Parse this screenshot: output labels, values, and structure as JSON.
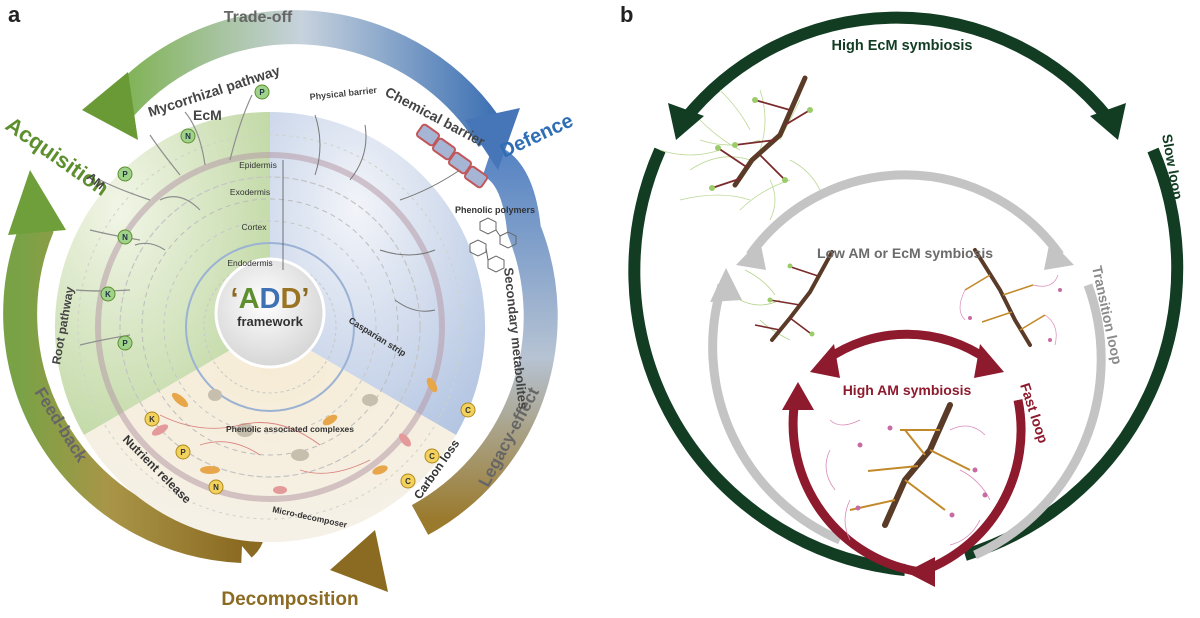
{
  "panel_a": {
    "label": "a",
    "outer": {
      "acquisition": "Acquisition",
      "trade_off": "Trade-off",
      "defence": "Defence",
      "legacy_effect": "Legacy-effect",
      "decomposition": "Decomposition",
      "feed_back": "Feed-back"
    },
    "sectors": {
      "mycorrhizal_pathway": "Mycorrhizal pathway",
      "ecm": "EcM",
      "am": "AM",
      "root_pathway": "Root pathway",
      "chemical_barrier": "Chemical barrier",
      "physical_barrier": "Physical barrier",
      "phenolic_polymers": "Phenolic polymers",
      "secondary_metabolites": "Secondary metabolites",
      "casparian_strip": "Casparian strip",
      "nutrient_release": "Nutrient release",
      "carbon_loss": "Carbon loss",
      "phenolic_complexes": "Phenolic associated complexes",
      "micro_decomposer": "Micro-decomposer"
    },
    "root_layers": [
      "Epidermis",
      "Exodermis",
      "Cortex",
      "Endodermis"
    ],
    "center": {
      "quote_open": "‘",
      "a": "A",
      "d1": "D",
      "d2": "D",
      "quote_close": "’",
      "subtitle": "framework"
    },
    "nutrient_badges": [
      "N",
      "P",
      "P",
      "N",
      "K",
      "P",
      "K",
      "P",
      "N",
      "C",
      "C",
      "C"
    ]
  },
  "panel_b": {
    "label": "b",
    "high_ecm": "High EcM symbiosis",
    "slow_loop": "Slow loop",
    "low_am_ecm": "Low AM or EcM symbiosis",
    "transition_loop": "Transition loop",
    "high_am": "High AM symbiosis",
    "fast_loop": "Fast loop"
  },
  "colors": {
    "acquisition_green": "#6a9a35",
    "defence_blue": "#3f72b4",
    "decomposition_brown": "#8b6a22",
    "slow_loop_green": "#123d23",
    "transition_grey": "#c4c4c4",
    "fast_loop_red": "#8e1a2e"
  }
}
